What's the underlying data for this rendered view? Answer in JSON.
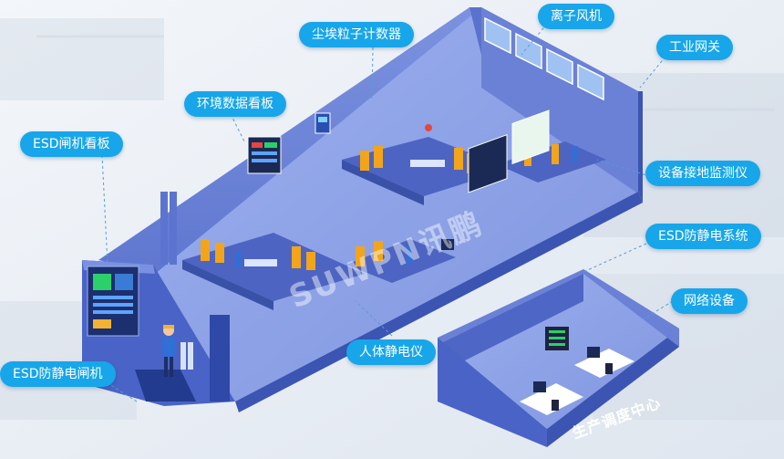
{
  "colors": {
    "label_bg": "#17a6ea",
    "wall_dark": "#3e5bc0",
    "wall_light": "#6f86d8",
    "floor": "#8fa3e6",
    "leader": "#5b9bd5"
  },
  "labels": {
    "dust_counter": "尘埃粒子计数器",
    "ion_fan": "离子风机",
    "industrial_gateway": "工业网关",
    "env_board": "环境数据看板",
    "esd_gate_board": "ESD闸机看板",
    "grounding_monitor": "设备接地监测仪",
    "esd_system": "ESD防静电系统",
    "network_device": "网络设备",
    "body_static": "人体静电仪",
    "esd_gate": "ESD防静电闸机"
  },
  "room": {
    "control_center": "生产调度中心"
  },
  "watermark": "SUWPN讯鹏"
}
